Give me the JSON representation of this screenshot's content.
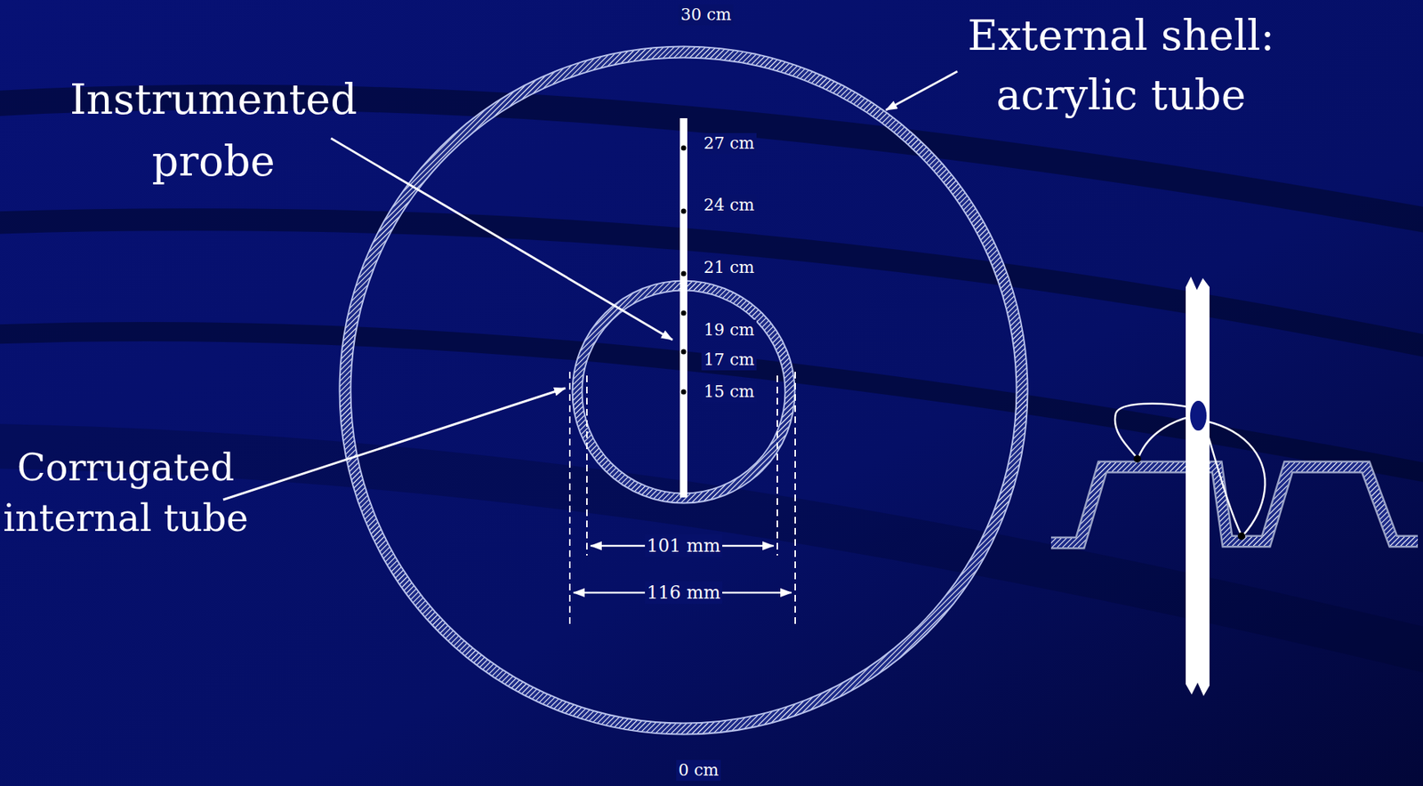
{
  "diagram": {
    "labels": [
      "30 cm",
      "External shell: acrylic tube",
      "Instrumented probe",
      "27 cm",
      "24 cm",
      "21 cm",
      "19 cm",
      "17 cm",
      "15 cm",
      "Corrugated internal tube",
      "101 mm",
      "116 mm",
      "0 cm"
    ]
  }
}
